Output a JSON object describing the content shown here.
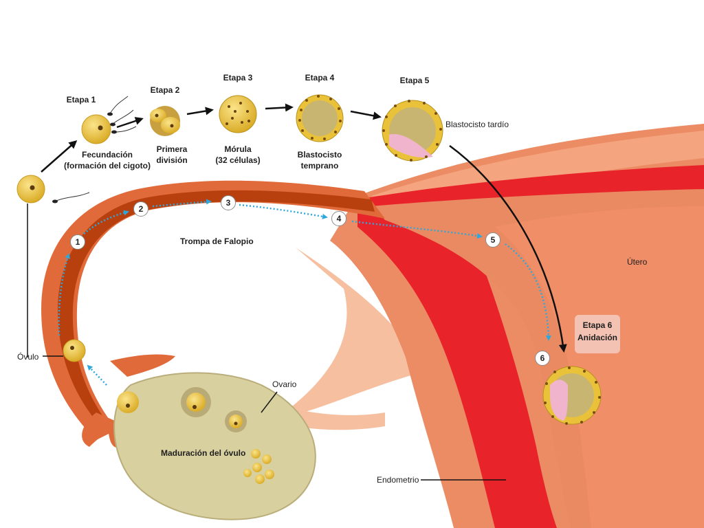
{
  "stages": {
    "s1": {
      "title": "Etapa 1",
      "line1": "Fecundación",
      "line2": "(formación del cigoto)"
    },
    "s2": {
      "title": "Etapa 2",
      "line1": "Primera",
      "line2": "división"
    },
    "s3": {
      "title": "Etapa 3",
      "line1": "Mórula",
      "line2": "(32 células)"
    },
    "s4": {
      "title": "Etapa 4",
      "line1": "Blastocisto",
      "line2": "temprano"
    },
    "s5": {
      "title": "Etapa 5",
      "line1": "Blastocisto tardío"
    },
    "s6": {
      "title": "Etapa 6",
      "line1": "Anidación"
    }
  },
  "anatomy": {
    "tube": "Trompa de Falopio",
    "uterus": "Útero",
    "ovary": "Ovario",
    "ovum": "Óvulo",
    "maturation": "Maduración del óvulo",
    "endometrium": "Endometrio"
  },
  "path_steps": [
    "1",
    "2",
    "3",
    "4",
    "5",
    "6"
  ],
  "colors": {
    "muscle": "#ea8a62",
    "endometrium": "#e8242a",
    "tube": "#c9491c",
    "ovary": "#d9d0a0",
    "cell": "#e9c23a",
    "arrow_path": "#2ea8dc"
  }
}
